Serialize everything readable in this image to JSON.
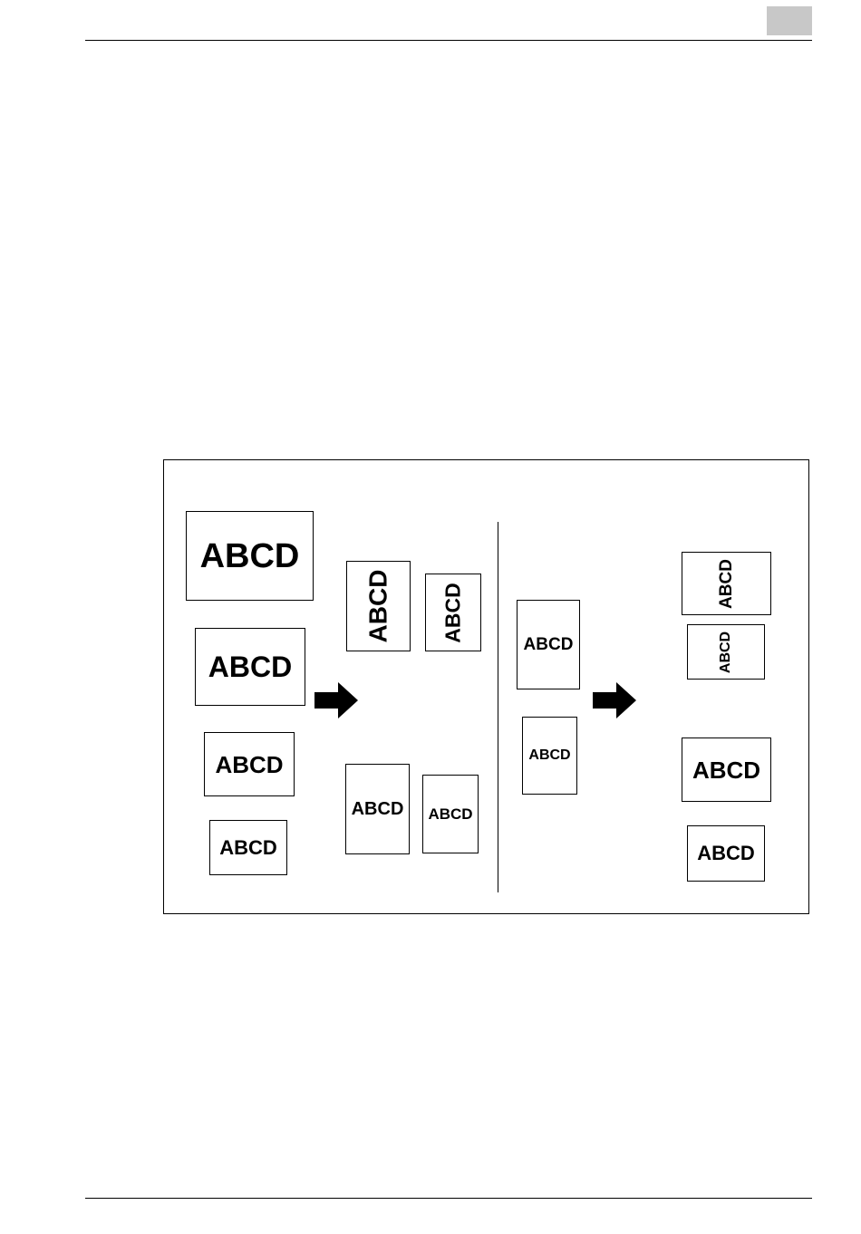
{
  "header": {
    "tab_color": "#c8c8c8"
  },
  "diagram": {
    "sample_text": "ABCD",
    "arrow_color": "#000000",
    "left_panel": {
      "originals": [
        "ABCD",
        "ABCD",
        "ABCD",
        "ABCD"
      ],
      "results": [
        "ABCD",
        "ABCD",
        "ABCD",
        "ABCD"
      ]
    },
    "right_panel": {
      "originals": [
        "ABCD",
        "ABCD"
      ],
      "results": [
        "ABCD",
        "ABCD",
        "ABCD",
        "ABCD"
      ]
    }
  }
}
